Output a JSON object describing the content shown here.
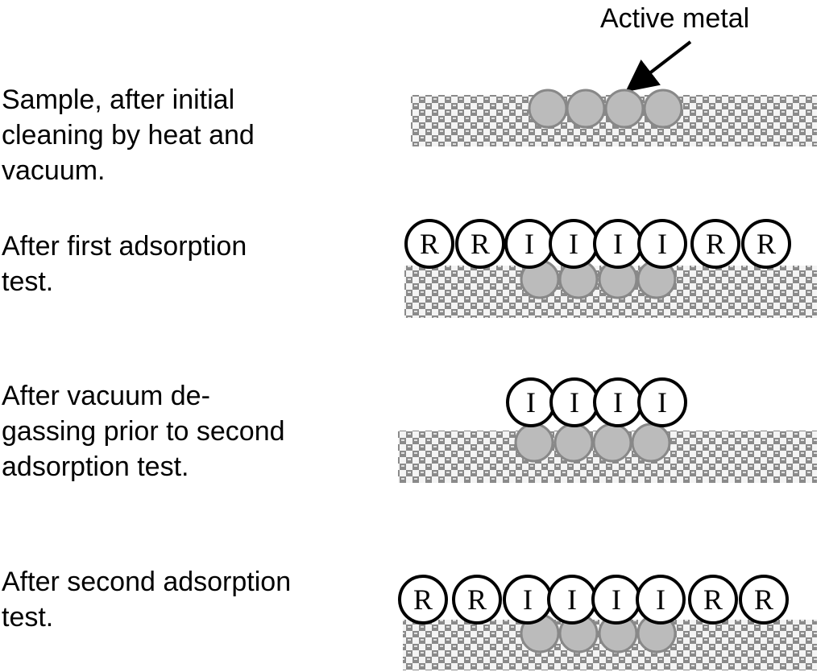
{
  "annotation": "Active metal",
  "steps": [
    {
      "lines": [
        "Sample, after initial",
        "cleaning by heat and",
        "vacuum."
      ],
      "adsorbates": []
    },
    {
      "lines": [
        "After first adsorption",
        "test."
      ],
      "adsorbates": [
        "R",
        "R",
        "I",
        "I",
        "I",
        "I",
        "R",
        "R"
      ]
    },
    {
      "lines": [
        "After vacuum de-",
        "gassing prior to second",
        "adsorption test."
      ],
      "adsorbates": [
        "I",
        "I",
        "I",
        "I"
      ]
    },
    {
      "lines": [
        "After second adsorption",
        "test."
      ],
      "adsorbates": [
        "R",
        "R",
        "I",
        "I",
        "I",
        "I",
        "R",
        "R"
      ]
    }
  ],
  "colors": {
    "metal": "#bbbbbb",
    "metal_stroke": "#888888",
    "support": "#8a8a8a",
    "outline": "#000000"
  }
}
